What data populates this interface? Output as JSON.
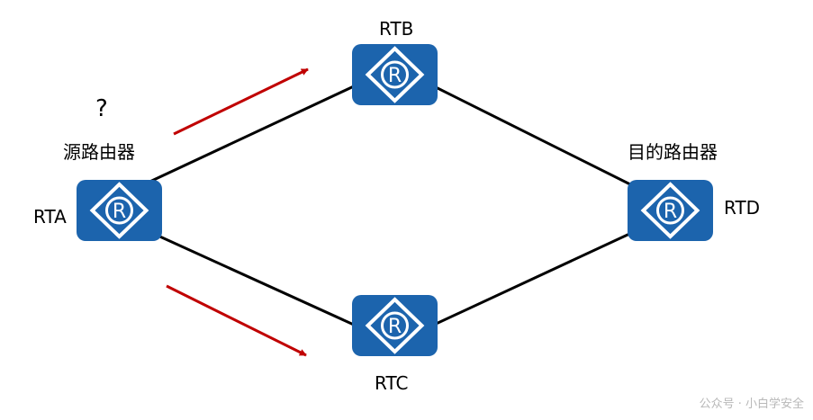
{
  "colors": {
    "router_fill": "#1c64ad",
    "router_symbol": "#ffffff",
    "link_line": "#000000",
    "arrow": "#c00000",
    "watermark": "#b8b8b8"
  },
  "routers": [
    {
      "id": "rta",
      "label": "RTA",
      "role_label": "源路由器",
      "icon": "router-icon"
    },
    {
      "id": "rtb",
      "label": "RTB",
      "icon": "router-icon"
    },
    {
      "id": "rtc",
      "label": "RTC",
      "icon": "router-icon"
    },
    {
      "id": "rtd",
      "label": "RTD",
      "role_label": "目的路由器",
      "icon": "router-icon"
    }
  ],
  "router_symbol_letter": "R",
  "links": [
    {
      "from": "RTA",
      "to": "RTB"
    },
    {
      "from": "RTA",
      "to": "RTC"
    },
    {
      "from": "RTB",
      "to": "RTD"
    },
    {
      "from": "RTC",
      "to": "RTD"
    }
  ],
  "arrows": [
    {
      "direction": "toward RTB"
    },
    {
      "direction": "toward RTC"
    }
  ],
  "question_mark": "?",
  "watermark": "公众号 · 小白学安全"
}
